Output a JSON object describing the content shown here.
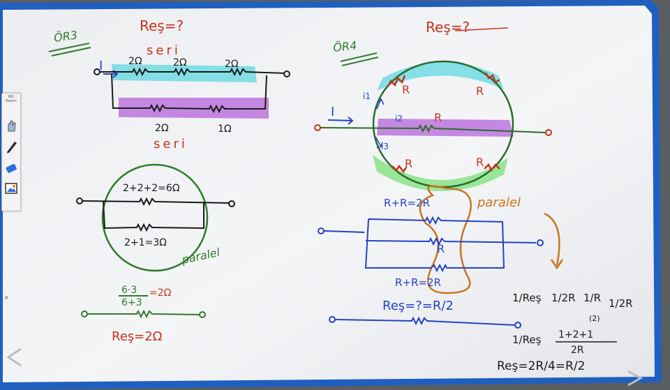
{
  "board": {
    "frame_color": "#1f5fbf",
    "surface_color": "#ecedf0",
    "ink_colors": {
      "red": "#c8321e",
      "green": "#2f7a2c",
      "blue": "#2442c8",
      "orange": "#c8741e",
      "black": "#1a1a1a",
      "cyan_highlight": "#5fd8e0",
      "purple_highlight": "#b05ad8",
      "green_highlight": "#7be07a"
    }
  },
  "toolbar": {
    "title": "IRD\nKalem",
    "icons": [
      "hand-icon",
      "pen-icon",
      "eraser-icon",
      "image-icon"
    ],
    "close": "×"
  },
  "q1": {
    "label": "ÖR3",
    "question": "Reş=?",
    "current": "I",
    "seri_top": "seri",
    "seri_bottom": "seri",
    "r1": "2Ω",
    "r2": "2Ω",
    "r3": "2Ω",
    "r4": "2Ω",
    "r5": "1Ω",
    "sum_top": "2+2+2=6Ω",
    "sum_bottom": "2+1=3Ω",
    "paralel": "paralel",
    "frac_num": "6·3",
    "frac_den": "6+3",
    "frac_result": "=2Ω",
    "result": "Reş=2Ω"
  },
  "q2": {
    "label": "ÖR4",
    "question": "Reş=?",
    "current": "I",
    "i1": "i1",
    "i2": "i2",
    "i3": "i3",
    "R": "R",
    "sum_top": "R+R=2R",
    "sum_bottom": "R+R=2R",
    "paralel": "paralel",
    "result": "Reş=?=R/2",
    "eq1_lhs": "1/Reş",
    "eq1_rhs_a": "1/2R",
    "eq1_rhs_b": "1/R",
    "eq1_rhs_b_note": "(2)",
    "eq1_rhs_c": "1/2R",
    "eq2_lhs": "1/Reş",
    "eq2_num": "1+2+1",
    "eq2_den": "2R",
    "eq3": "Reş=2R/4=R/2"
  }
}
